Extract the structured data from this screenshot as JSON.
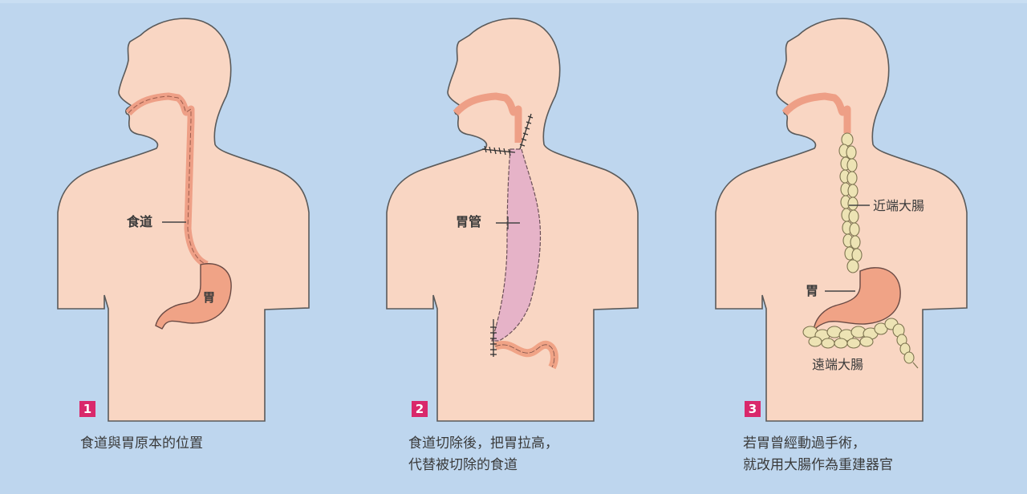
{
  "colors": {
    "background": "#bed6ee",
    "skin": "#f9d6c3",
    "outline": "#555555",
    "esophagus": "#ee9f86",
    "stomach": "#f0a386",
    "gastric_tube": "#e6b3c8",
    "colon": "#ede3b4",
    "badge": "#d9286b"
  },
  "panels": [
    {
      "number": "1",
      "caption_lines": [
        "食道與胃原本的位置"
      ],
      "labels": {
        "esophagus": "食道",
        "stomach": "胃"
      }
    },
    {
      "number": "2",
      "caption_lines": [
        "食道切除後，把胃拉高，",
        "代替被切除的食道"
      ],
      "labels": {
        "gastric_tube": "胃管"
      }
    },
    {
      "number": "3",
      "caption_lines": [
        "若胃曾經動過手術，",
        "就改用大腸作為重建器官"
      ],
      "labels": {
        "proximal_colon": "近端大腸",
        "stomach": "胃",
        "distal_colon": "遠端大腸"
      }
    }
  ]
}
